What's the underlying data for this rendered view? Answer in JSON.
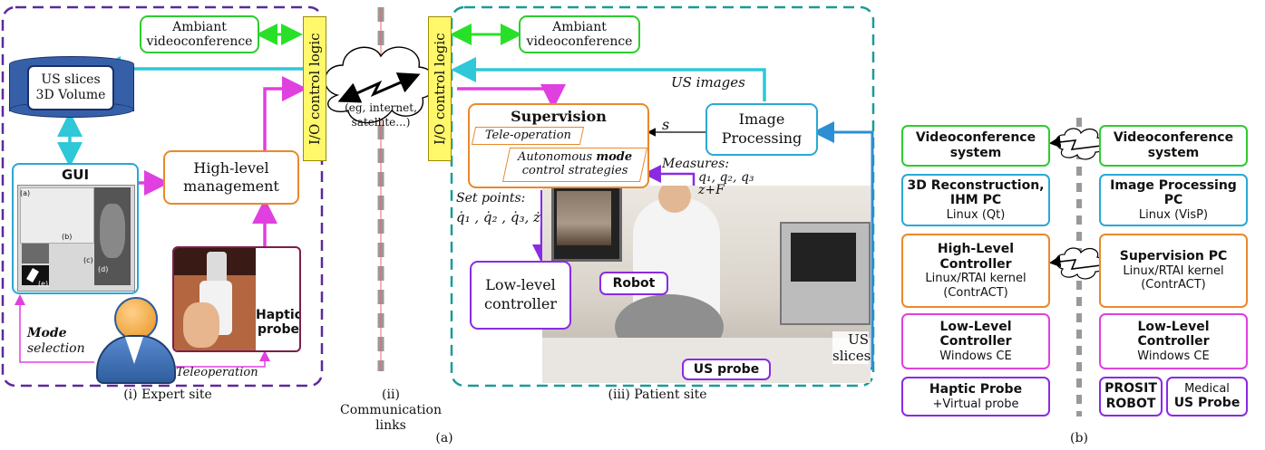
{
  "panel_a": {
    "caption": "(a)",
    "expert_site": {
      "caption": "(i) Expert site",
      "ambiant_videoconference": "Ambiant videoconference",
      "us_slices_label": "US slices\n3D Volume",
      "gui_label": "GUI",
      "gui_tags": [
        "(a)",
        "(b)",
        "(c)",
        "(d)",
        "(e)"
      ],
      "high_level_management": "High-level management",
      "haptic_probe": "Haptic probe",
      "mode_selection_bold": "Mode",
      "mode_selection_rest": "selection",
      "teleoperation": "Teleoperation",
      "io_control": "I/O control logic"
    },
    "communication": {
      "caption": "(ii) Communication links",
      "cloud_text": "(eg, internet, satellite...)"
    },
    "patient_site": {
      "caption": "(iii) Patient site",
      "io_control": "I/O control logic",
      "ambiant_videoconference": "Ambiant videoconference",
      "us_images": "US images",
      "image_processing": "Image Processing",
      "s_label": "s",
      "supervision": "Supervision",
      "teleoperation": "Tele-operation",
      "autonomous_pre": "Autonomous",
      "autonomous_mode": "mode",
      "autonomous_post": "control strategies",
      "measures_label": "Measures:",
      "measures_vars": "q₁, q₂, q₃",
      "measures_force": "z+F",
      "set_points_label": "Set points:",
      "set_points_vars": "q̇₁ , q̇₂ , q̇₃, ż",
      "low_level_controller": "Low-level controller",
      "robot": "Robot",
      "us_probe": "US probe",
      "us_slices": "US slices"
    }
  },
  "panel_b": {
    "caption": "(b)",
    "left": [
      {
        "title": "Videoconference system",
        "sub": ""
      },
      {
        "title": "3D Reconstruction, IHM PC",
        "sub": "Linux (Qt)"
      },
      {
        "title": "High-Level Controller",
        "sub": "Linux/RTAI kernel (ContrACT)"
      },
      {
        "title": "Low-Level Controller",
        "sub": "Windows CE"
      },
      {
        "title": "Haptic Probe",
        "sub": "+Virtual probe"
      }
    ],
    "right": [
      {
        "title": "Videoconference system",
        "sub": ""
      },
      {
        "title": "Image Processing PC",
        "sub": "Linux (VisP)"
      },
      {
        "title": "Supervision PC",
        "sub": "Linux/RTAI kernel (ContrACT)"
      },
      {
        "title": "Low-Level Controller",
        "sub": "Windows CE"
      }
    ],
    "bottom_right": [
      {
        "title": "PROSIT ROBOT",
        "sub": ""
      },
      {
        "sub": "Medical",
        "title": "US Probe"
      }
    ]
  },
  "colors": {
    "expert_border": "#5b2a9a",
    "patient_border": "#1a9c96",
    "green": "#2ecc2e",
    "cyan": "#2aa8d4",
    "orange": "#e8892b",
    "magenta": "#e040e0",
    "purple": "#8a2be2",
    "yellow": "#fff86a"
  }
}
